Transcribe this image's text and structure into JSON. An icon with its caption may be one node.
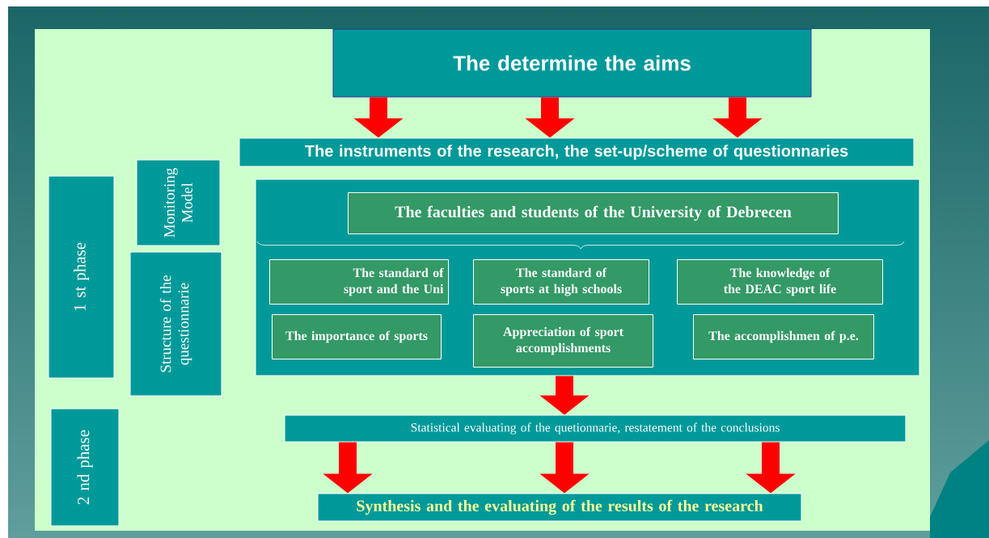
{
  "diagram": {
    "nodes": [
      {
        "text": [
          "The determine the aims"
        ]
      },
      {
        "text": [
          "The instruments of the research, the set-up/scheme of questionnaries"
        ]
      },
      {
        "text": [],
        "shape": "box"
      },
      {
        "text": [
          "The faculties and students of the University of Debrecen"
        ],
        "in": 2
      },
      {
        "text": [
          "The standard of sport and the Uni"
        ],
        "in": 2
      },
      {
        "text": [
          "The standard of sports at high schools"
        ],
        "in": 2
      },
      {
        "text": [
          "The knowledge of the DEAC sport life"
        ],
        "in": 2
      },
      {
        "text": [
          "The importance of sports"
        ],
        "in": 2
      },
      {
        "text": [
          "Appreciation of sport accomplishments"
        ],
        "in": 2
      },
      {
        "text": [
          "The accomplishmen of p.e."
        ],
        "in": 2
      },
      {
        "text": [
          "1 st phase"
        ]
      },
      {
        "text": [
          "Monitoring Model"
        ]
      },
      {
        "text": [
          "Structure of the questionnarie"
        ]
      },
      {
        "text": [
          "2 nd phase"
        ]
      },
      {
        "text": [
          "Statistical evaluating of the quetionnarie, restatement of the conclusions"
        ]
      },
      {
        "text": [
          "Synthesis and the evaluating of the results of the research"
        ]
      }
    ],
    "edges": [
      {
        "from": 0,
        "to": 1,
        "arrow": "to"
      },
      {
        "from": 0,
        "to": 1,
        "arrow": "to"
      },
      {
        "from": 0,
        "to": 1,
        "arrow": "to"
      },
      {
        "from": 2,
        "to": 14,
        "arrow": "to"
      },
      {
        "from": 14,
        "to": 15,
        "arrow": "to"
      },
      {
        "from": 14,
        "to": 15,
        "arrow": "to"
      },
      {
        "from": 14,
        "to": 15,
        "arrow": "to"
      }
    ]
  }
}
